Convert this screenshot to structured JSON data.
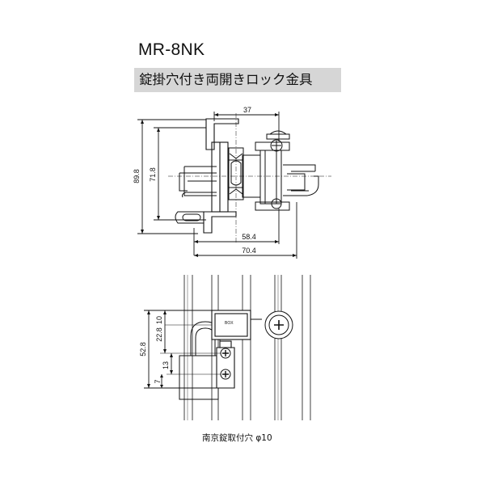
{
  "header": {
    "model": "MR-8NK",
    "description": "錠掛穴付き両開きロック金具"
  },
  "top_view": {
    "dim_width_37": "37",
    "dim_height_89_8": "89.8",
    "dim_height_71_8": "71.8",
    "dim_width_58_4": "58.4",
    "dim_width_70_4": "70.4"
  },
  "front_view": {
    "dim_52_8": "52.8",
    "dim_22_8": "22.8",
    "dim_10": "10",
    "dim_7": "7",
    "dim_13": "13",
    "stamp_text": "BOX"
  },
  "footer": {
    "note": "南京錠取付穴 φ10"
  }
}
